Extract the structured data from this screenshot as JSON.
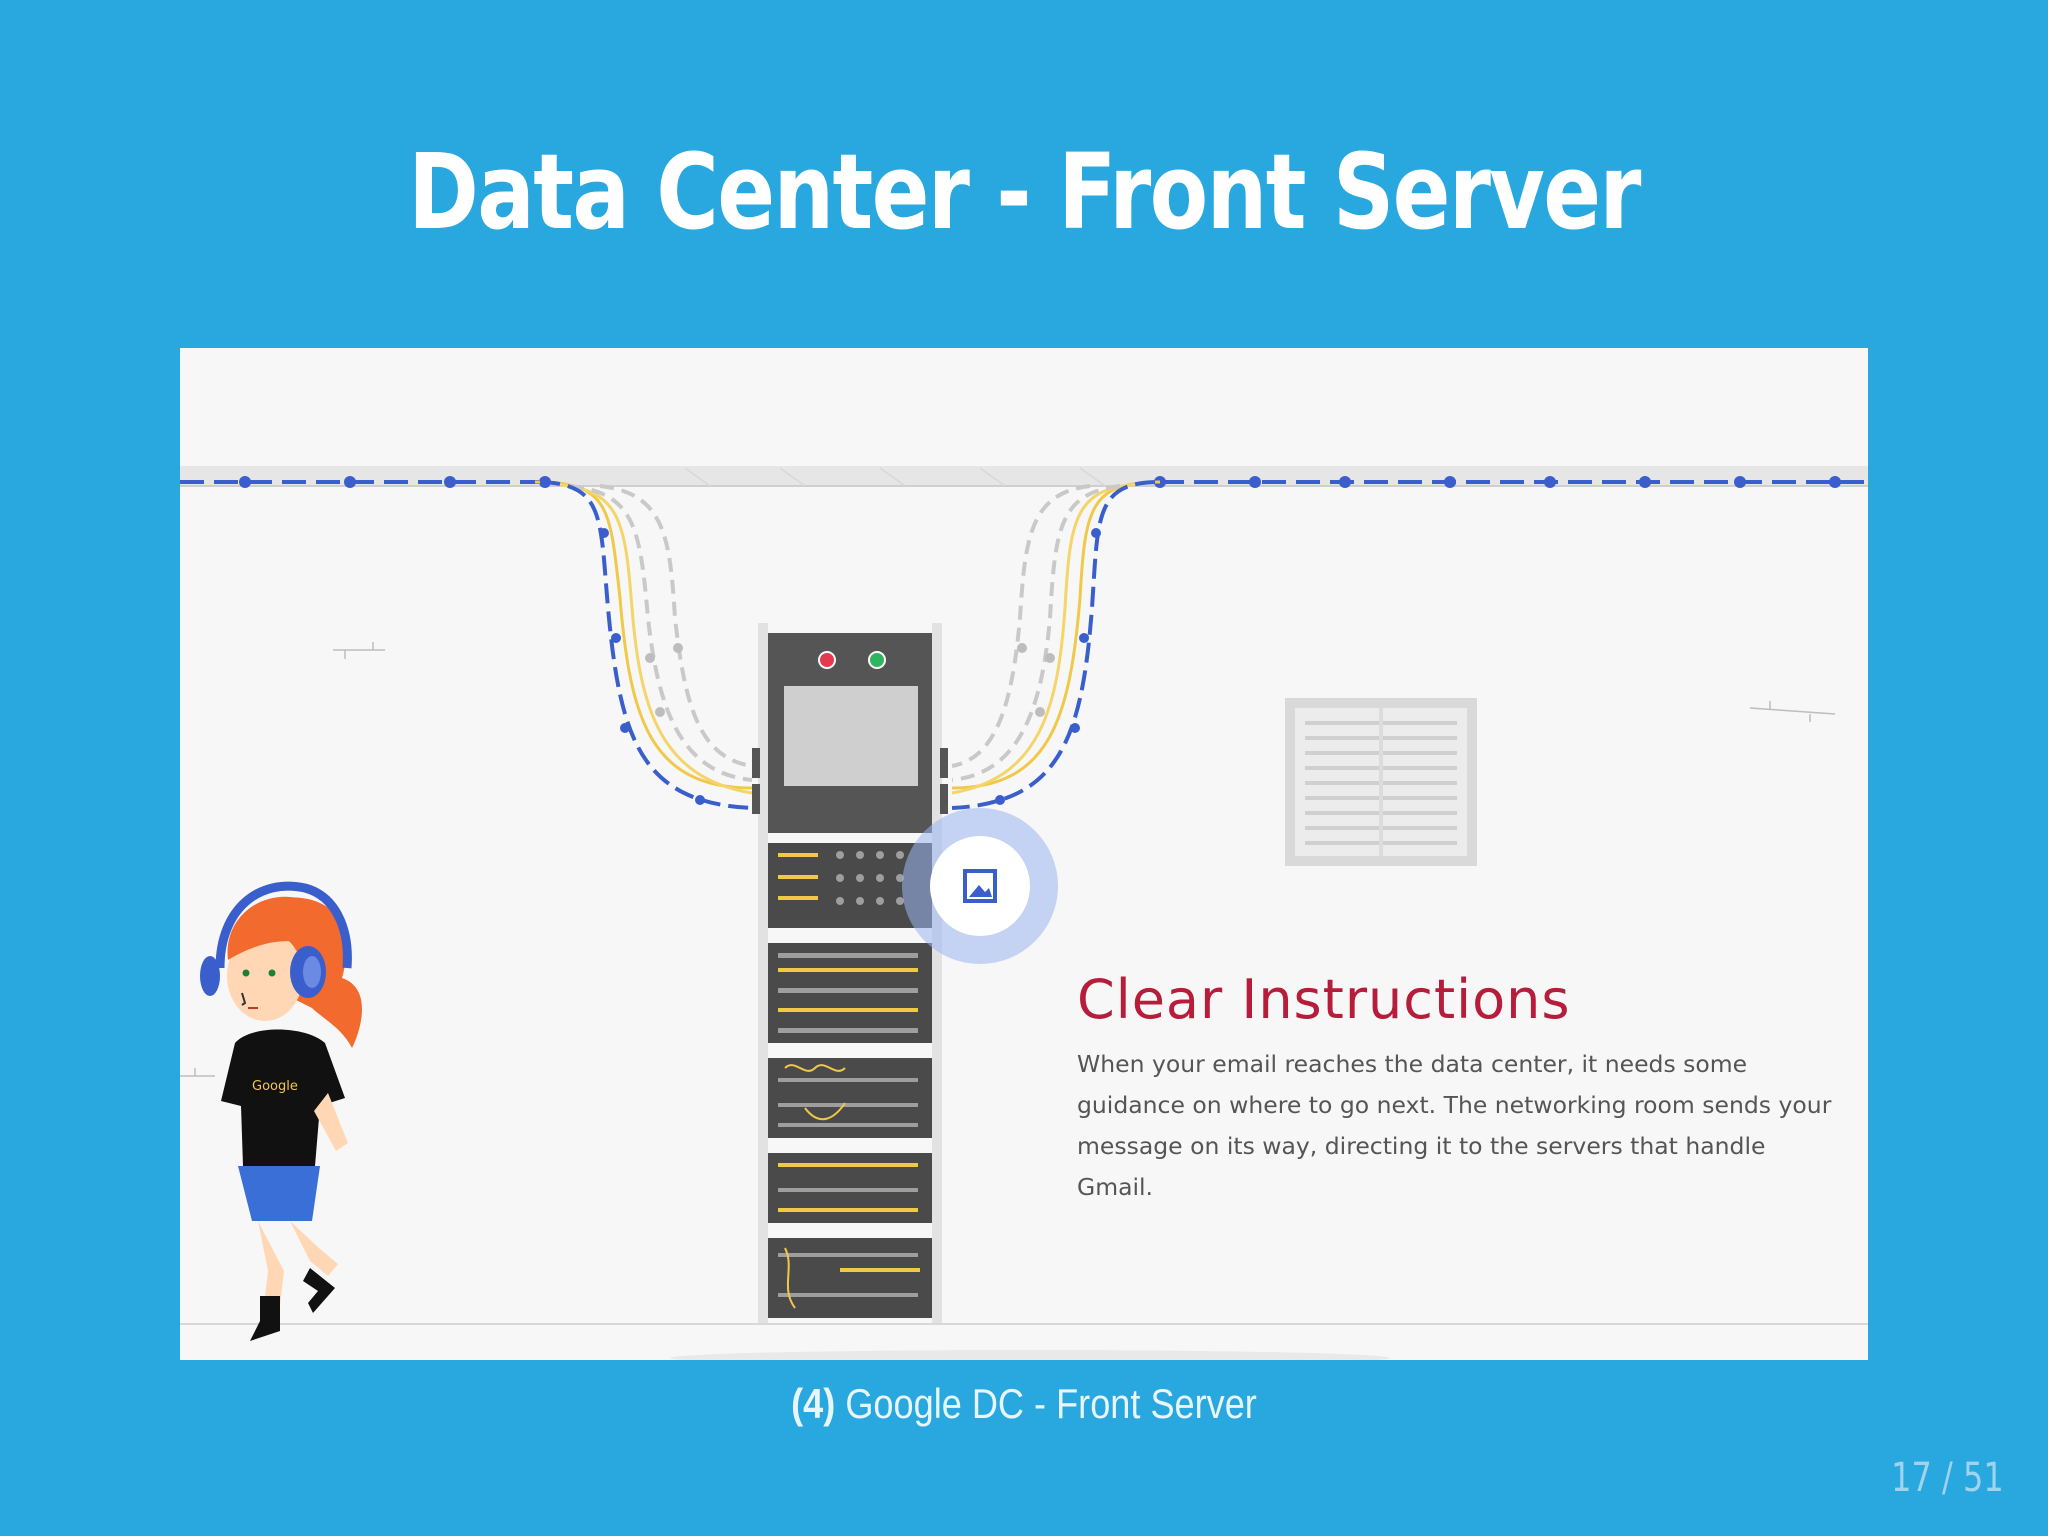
{
  "slide": {
    "title": "Data Center - Front Server",
    "caption_number": "(4)",
    "caption_text": " Google DC - Front Server",
    "page_counter": "17 / 51",
    "background_color": "#29a7df"
  },
  "illustration": {
    "heading": "Clear Instructions",
    "body": "When your email reaches the data center, it needs some guidance on where to go next. The networking room sends your message on its way, directing it to the servers that handle Gmail.",
    "shirt_logo": "Google",
    "heading_color": "#b71c3a",
    "cable_color": "#3a5fcd",
    "icons": [
      "server-rack-icon",
      "image-icon",
      "air-vent-icon",
      "person-with-headphones-icon"
    ]
  }
}
